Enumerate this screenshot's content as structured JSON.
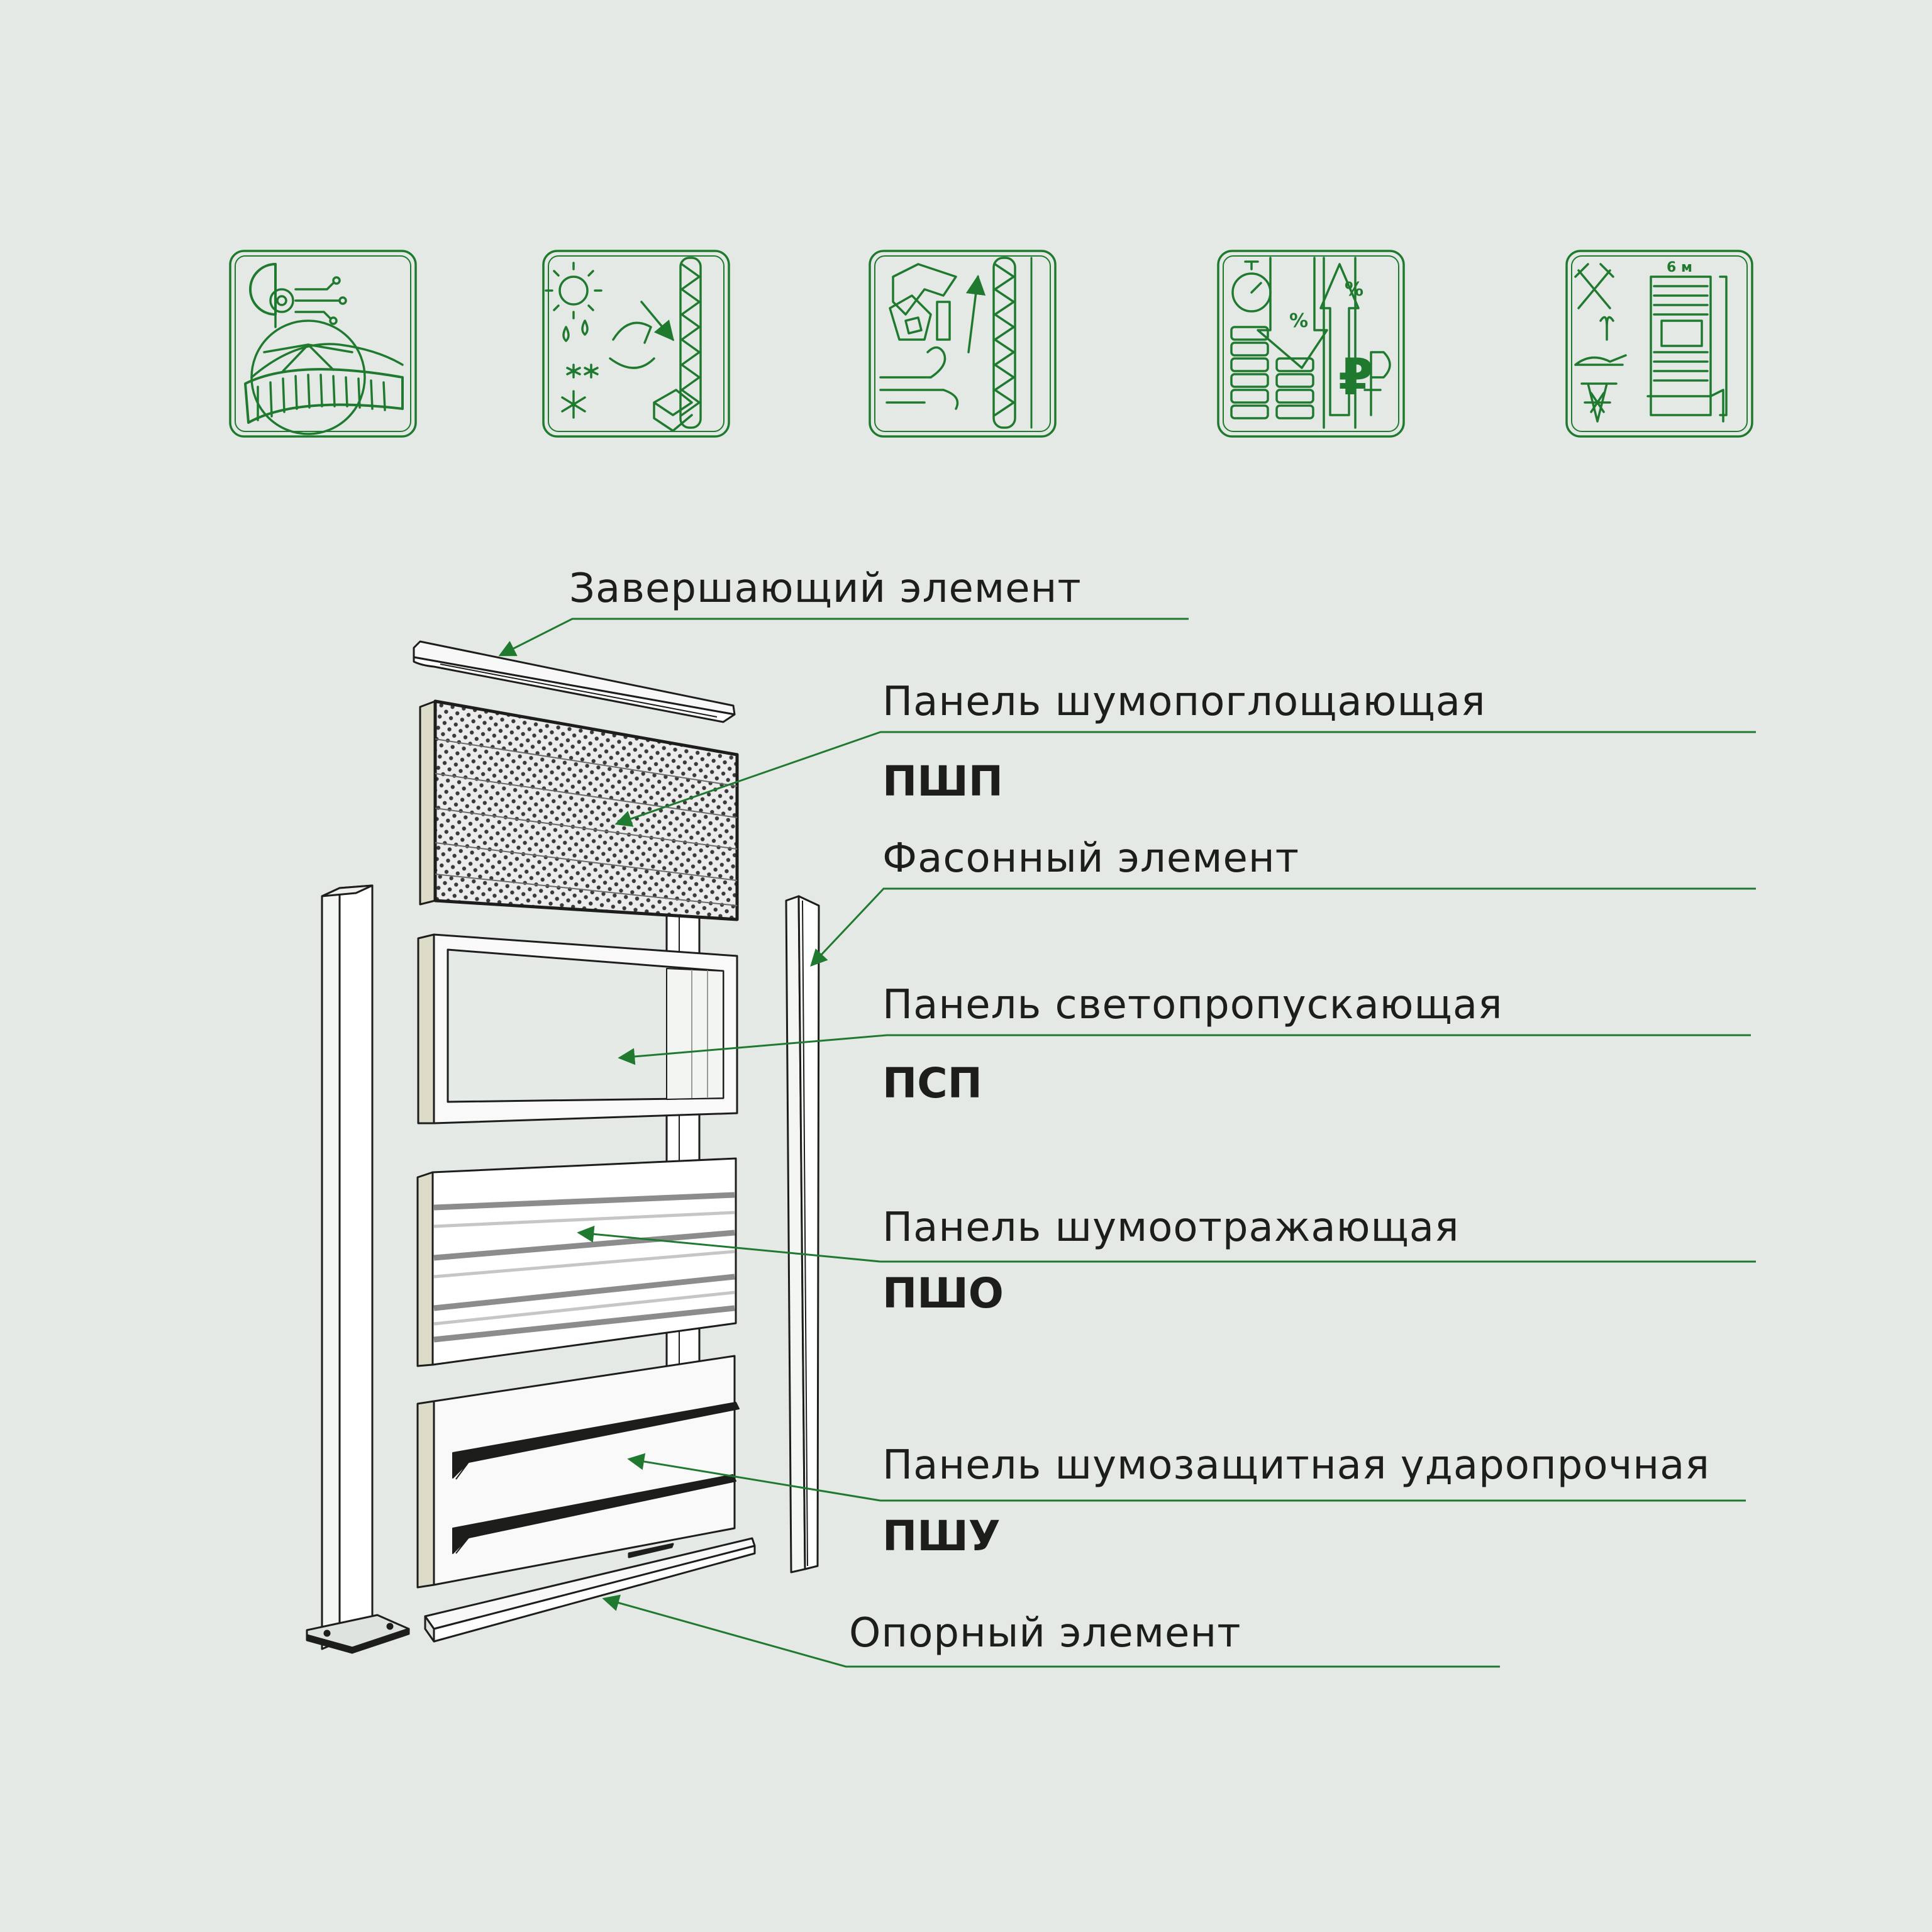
{
  "colors": {
    "background": "#e5e9e5",
    "accent": "#1f7a2f",
    "outline": "#1d1d1b",
    "text": "#1d1d1b"
  },
  "icons": [
    {
      "name": "insulation-technology-icon"
    },
    {
      "name": "weather-resistance-icon"
    },
    {
      "name": "sound-wind-protection-icon"
    },
    {
      "name": "cost-savings-icon",
      "symbol": "%",
      "currency": "₽"
    },
    {
      "name": "installation-modules-icon",
      "length_label": "6 м"
    }
  ],
  "components": {
    "finishing_element": {
      "label": "Завершающий элемент"
    },
    "absorbing_panel": {
      "label": "Панель шумопоглощающая",
      "code": "ПШП"
    },
    "shaped_element": {
      "label": "Фасонный элемент"
    },
    "translucent_panel": {
      "label": "Панель светопропускающая",
      "code": "ПСП"
    },
    "reflecting_panel": {
      "label": "Панель шумоотражающая",
      "code": "ПШО"
    },
    "impact_panel": {
      "label": "Панель шумозащитная ударопрочная",
      "code": "ПШУ"
    },
    "support_element": {
      "label": "Опорный элемент"
    }
  }
}
